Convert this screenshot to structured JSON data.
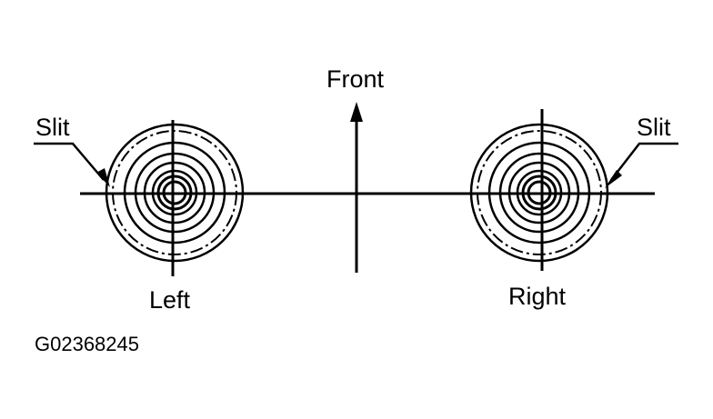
{
  "labels": {
    "front": "Front",
    "slit_left": "Slit",
    "slit_right": "Slit",
    "left": "Left",
    "right": "Right"
  },
  "figure_code": "G02368245"
}
